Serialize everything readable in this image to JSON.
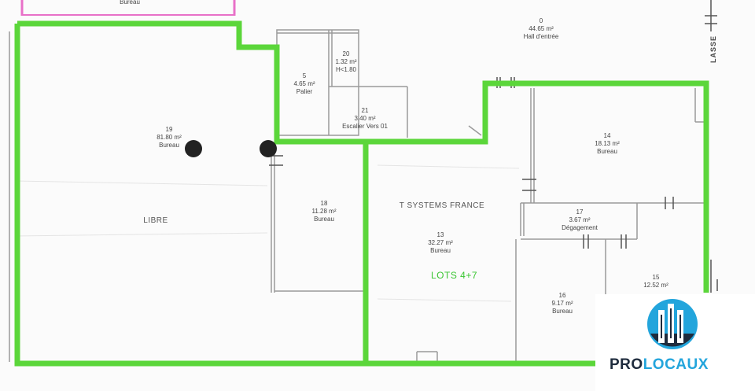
{
  "top_room": {
    "label": "Bureau"
  },
  "rooms": [
    {
      "id": "r0",
      "number": "0",
      "area": "44.65 m²",
      "name": "Hall d'entrée"
    },
    {
      "id": "r5",
      "number": "5",
      "area": "4.65 m²",
      "name": "Palier"
    },
    {
      "id": "r20",
      "number": "20",
      "area": "1.32 m²",
      "name": "H<1.80"
    },
    {
      "id": "r21",
      "number": "21",
      "area": "3.40 m²",
      "name": "Escalier Vers 01"
    },
    {
      "id": "r19",
      "number": "19",
      "area": "81.80 m²",
      "name": "Bureau"
    },
    {
      "id": "r14",
      "number": "14",
      "area": "18.13 m²",
      "name": "Bureau"
    },
    {
      "id": "r18",
      "number": "18",
      "area": "11.28 m²",
      "name": "Bureau"
    },
    {
      "id": "r13",
      "number": "13",
      "area": "32.27 m²",
      "name": "Bureau"
    },
    {
      "id": "r17",
      "number": "17",
      "area": "3.67 m²",
      "name": "Dégagement"
    },
    {
      "id": "r16",
      "number": "16",
      "area": "9.17 m²",
      "name": "Bureau"
    },
    {
      "id": "r15",
      "number": "15",
      "area": "12.52 m²",
      "name": ""
    }
  ],
  "zone_libre": "LIBRE",
  "tenant": "T SYSTEMS FRANCE",
  "lots": "LOTS 4+7",
  "side_label": "LASSE",
  "logo": {
    "part1": "PRO",
    "part2": "LOCAUX"
  },
  "colors": {
    "outline": "#5bd63a",
    "walls": "#9a9a9a",
    "logo_dark": "#1e2b3d",
    "logo_blue": "#23a5dc"
  }
}
